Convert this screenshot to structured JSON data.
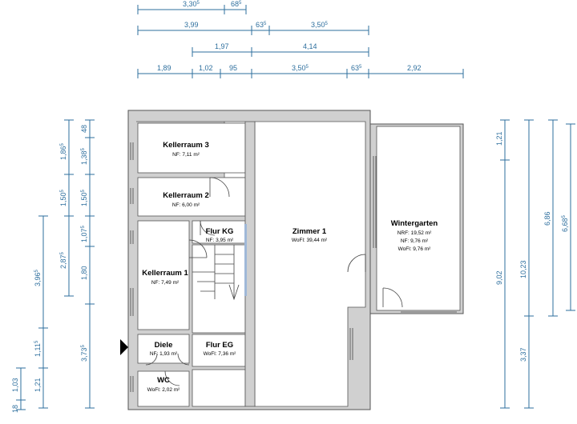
{
  "dimensions": {
    "top": [
      {
        "label": "3,30",
        "sup": "5"
      },
      {
        "label": "68",
        "sup": "5"
      },
      {
        "label": "3,99",
        "sup": ""
      },
      {
        "label": "63",
        "sup": "5"
      },
      {
        "label": "3,50",
        "sup": "5"
      },
      {
        "label": "1,97",
        "sup": ""
      },
      {
        "label": "4,14",
        "sup": ""
      },
      {
        "label": "1,89",
        "sup": ""
      },
      {
        "label": "1,02",
        "sup": ""
      },
      {
        "label": "95",
        "sup": ""
      },
      {
        "label": "3,50",
        "sup": "5"
      },
      {
        "label": "63",
        "sup": "5"
      },
      {
        "label": "2,92",
        "sup": ""
      }
    ],
    "left": [
      {
        "label": "1,86",
        "sup": "5"
      },
      {
        "label": "1,50",
        "sup": "5"
      },
      {
        "label": "3,96",
        "sup": "5"
      },
      {
        "label": "2,87",
        "sup": "5"
      },
      {
        "label": "1,11",
        "sup": "5"
      },
      {
        "label": "1,03",
        "sup": ""
      },
      {
        "label": "18",
        "sup": ""
      },
      {
        "label": "1,21",
        "sup": ""
      },
      {
        "label": "48",
        "sup": ""
      },
      {
        "label": "1,38",
        "sup": "5"
      },
      {
        "label": "1,50",
        "sup": "5"
      },
      {
        "label": "1,07",
        "sup": "5"
      },
      {
        "label": "1,80",
        "sup": ""
      },
      {
        "label": "3,73",
        "sup": "5"
      }
    ],
    "right": [
      {
        "label": "1,21",
        "sup": ""
      },
      {
        "label": "9,02",
        "sup": ""
      },
      {
        "label": "10,23",
        "sup": ""
      },
      {
        "label": "6,86",
        "sup": ""
      },
      {
        "label": "6,68",
        "sup": "5"
      },
      {
        "label": "3,37",
        "sup": ""
      }
    ]
  },
  "rooms": [
    {
      "name": "Kellerraum 3",
      "area": "NF: 7,11 m²"
    },
    {
      "name": "Kellerraum 2",
      "area": "NF: 6,00 m²"
    },
    {
      "name": "Flur KG",
      "area": "NF: 3,95 m²"
    },
    {
      "name": "Kellerraum 1",
      "area": "NF: 7,49 m²"
    },
    {
      "name": "Zimmer 1",
      "area": "WoFl: 39,44 m²"
    },
    {
      "name": "Wintergarten",
      "area_lines": [
        "NRF: 19,52 m²",
        "NF: 9,76 m²",
        "WoFl: 9,76 m²"
      ]
    },
    {
      "name": "Diele",
      "area": "NF: 1,93 m²"
    },
    {
      "name": "Flur EG",
      "area": "WoFl: 7,36 m²"
    },
    {
      "name": "WC",
      "area": "WoFl: 2,02 m²"
    }
  ]
}
